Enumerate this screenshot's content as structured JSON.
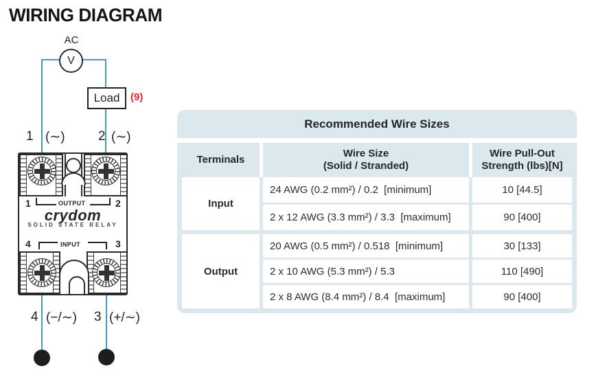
{
  "colors": {
    "wire": "#4a99bb",
    "ref_red": "#e8262d",
    "table_blue": "#dbe8ee"
  },
  "page": {
    "title": "WIRING DIAGRAM"
  },
  "diagram": {
    "source": {
      "label": "AC",
      "symbol": "V"
    },
    "load": {
      "label": "Load",
      "ref": "(9)"
    },
    "terminals_top": {
      "t1": {
        "num": "1",
        "sym": "(∼)"
      },
      "t2": {
        "num": "2",
        "sym": "(∼)"
      }
    },
    "terminals_bottom": {
      "t4": {
        "num": "4",
        "sym": "(−/∼)"
      },
      "t3": {
        "num": "3",
        "sym": "(+/∼)"
      }
    },
    "relay": {
      "out_left": "1",
      "out_label": "OUTPUT",
      "out_right": "2",
      "brand": "crydom",
      "subtitle": "SOLID STATE RELAY",
      "in_left": "4",
      "in_label": "INPUT",
      "in_right": "3"
    }
  },
  "table": {
    "title": "Recommended Wire Sizes",
    "headers": {
      "terminals": "Terminals",
      "size_l1": "Wire Size",
      "size_l2": "(Solid / Stranded)",
      "strength_l1": "Wire Pull-Out",
      "strength_l2": "Strength (lbs)[N]"
    },
    "groups": [
      {
        "terminal": "Input",
        "rows": [
          {
            "size": "24 AWG (0.2 mm²) / 0.2  [minimum]",
            "strength": "10 [44.5]"
          },
          {
            "size": "2 x 12 AWG (3.3 mm²) / 3.3  [maximum]",
            "strength": "90 [400]"
          }
        ]
      },
      {
        "terminal": "Output",
        "rows": [
          {
            "size": "20 AWG (0.5 mm²) / 0.518  [minimum]",
            "strength": "30 [133]"
          },
          {
            "size": "2 x 10 AWG (5.3 mm²) / 5.3",
            "strength": "110 [490]"
          },
          {
            "size": "2 x 8 AWG (8.4 mm²) / 8.4  [maximum]",
            "strength": "90 [400]"
          }
        ]
      }
    ]
  }
}
